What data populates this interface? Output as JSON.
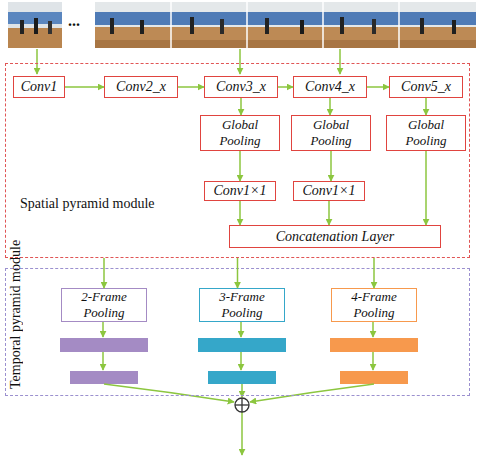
{
  "diagram": {
    "nodes": [
      {
        "text": [
          "Spatial pyramid module"
        ]
      },
      {
        "text": [
          "Conv1"
        ],
        "in": 0
      },
      {
        "text": [
          "Conv2_x"
        ],
        "in": 0
      },
      {
        "text": [
          "Conv3_x"
        ],
        "in": 0
      },
      {
        "text": [
          "Conv4_x"
        ],
        "in": 0
      },
      {
        "text": [
          "Conv5_x"
        ],
        "in": 0
      },
      {
        "text": [
          "Global Pooling"
        ],
        "in": 0
      },
      {
        "text": [
          "Global Pooling"
        ],
        "in": 0
      },
      {
        "text": [
          "Global Pooling"
        ],
        "in": 0
      },
      {
        "text": [
          "Conv1×1"
        ],
        "in": 0
      },
      {
        "text": [
          "Conv1×1"
        ],
        "in": 0
      },
      {
        "text": [
          "Concatenation Layer"
        ],
        "in": 0
      },
      {
        "text": [
          "Temporal pyramid module"
        ]
      },
      {
        "text": [
          "2-Frame Pooling"
        ],
        "in": 12
      },
      {
        "text": [
          "3-Frame Pooling"
        ],
        "in": 12
      },
      {
        "text": [
          "4-Frame Pooling"
        ],
        "in": 12
      }
    ],
    "edges": [
      {
        "from": 1,
        "to": 2,
        "arrow": "to"
      },
      {
        "from": 2,
        "to": 3,
        "arrow": "to"
      },
      {
        "from": 3,
        "to": 4,
        "arrow": "to"
      },
      {
        "from": 4,
        "to": 5,
        "arrow": "to"
      },
      {
        "from": 3,
        "to": 6,
        "arrow": "to"
      },
      {
        "from": 4,
        "to": 7,
        "arrow": "to"
      },
      {
        "from": 5,
        "to": 8,
        "arrow": "to"
      },
      {
        "from": 6,
        "to": 9,
        "arrow": "to"
      },
      {
        "from": 7,
        "to": 10,
        "arrow": "to"
      },
      {
        "from": 9,
        "to": 11,
        "arrow": "to"
      },
      {
        "from": 10,
        "to": 11,
        "arrow": "to"
      },
      {
        "from": 8,
        "to": 11,
        "arrow": "to"
      },
      {
        "from": 0,
        "to": 13,
        "arrow": "to"
      },
      {
        "from": 0,
        "to": 14,
        "arrow": "to"
      },
      {
        "from": 0,
        "to": 15,
        "arrow": "to"
      }
    ],
    "labels": [
      "..."
    ]
  }
}
